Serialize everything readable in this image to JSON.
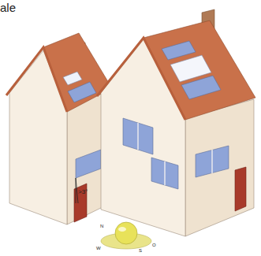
{
  "diagram": {
    "labels": [
      "ale",
      ">3°",
      "N",
      "O",
      "S",
      "W"
    ]
  }
}
